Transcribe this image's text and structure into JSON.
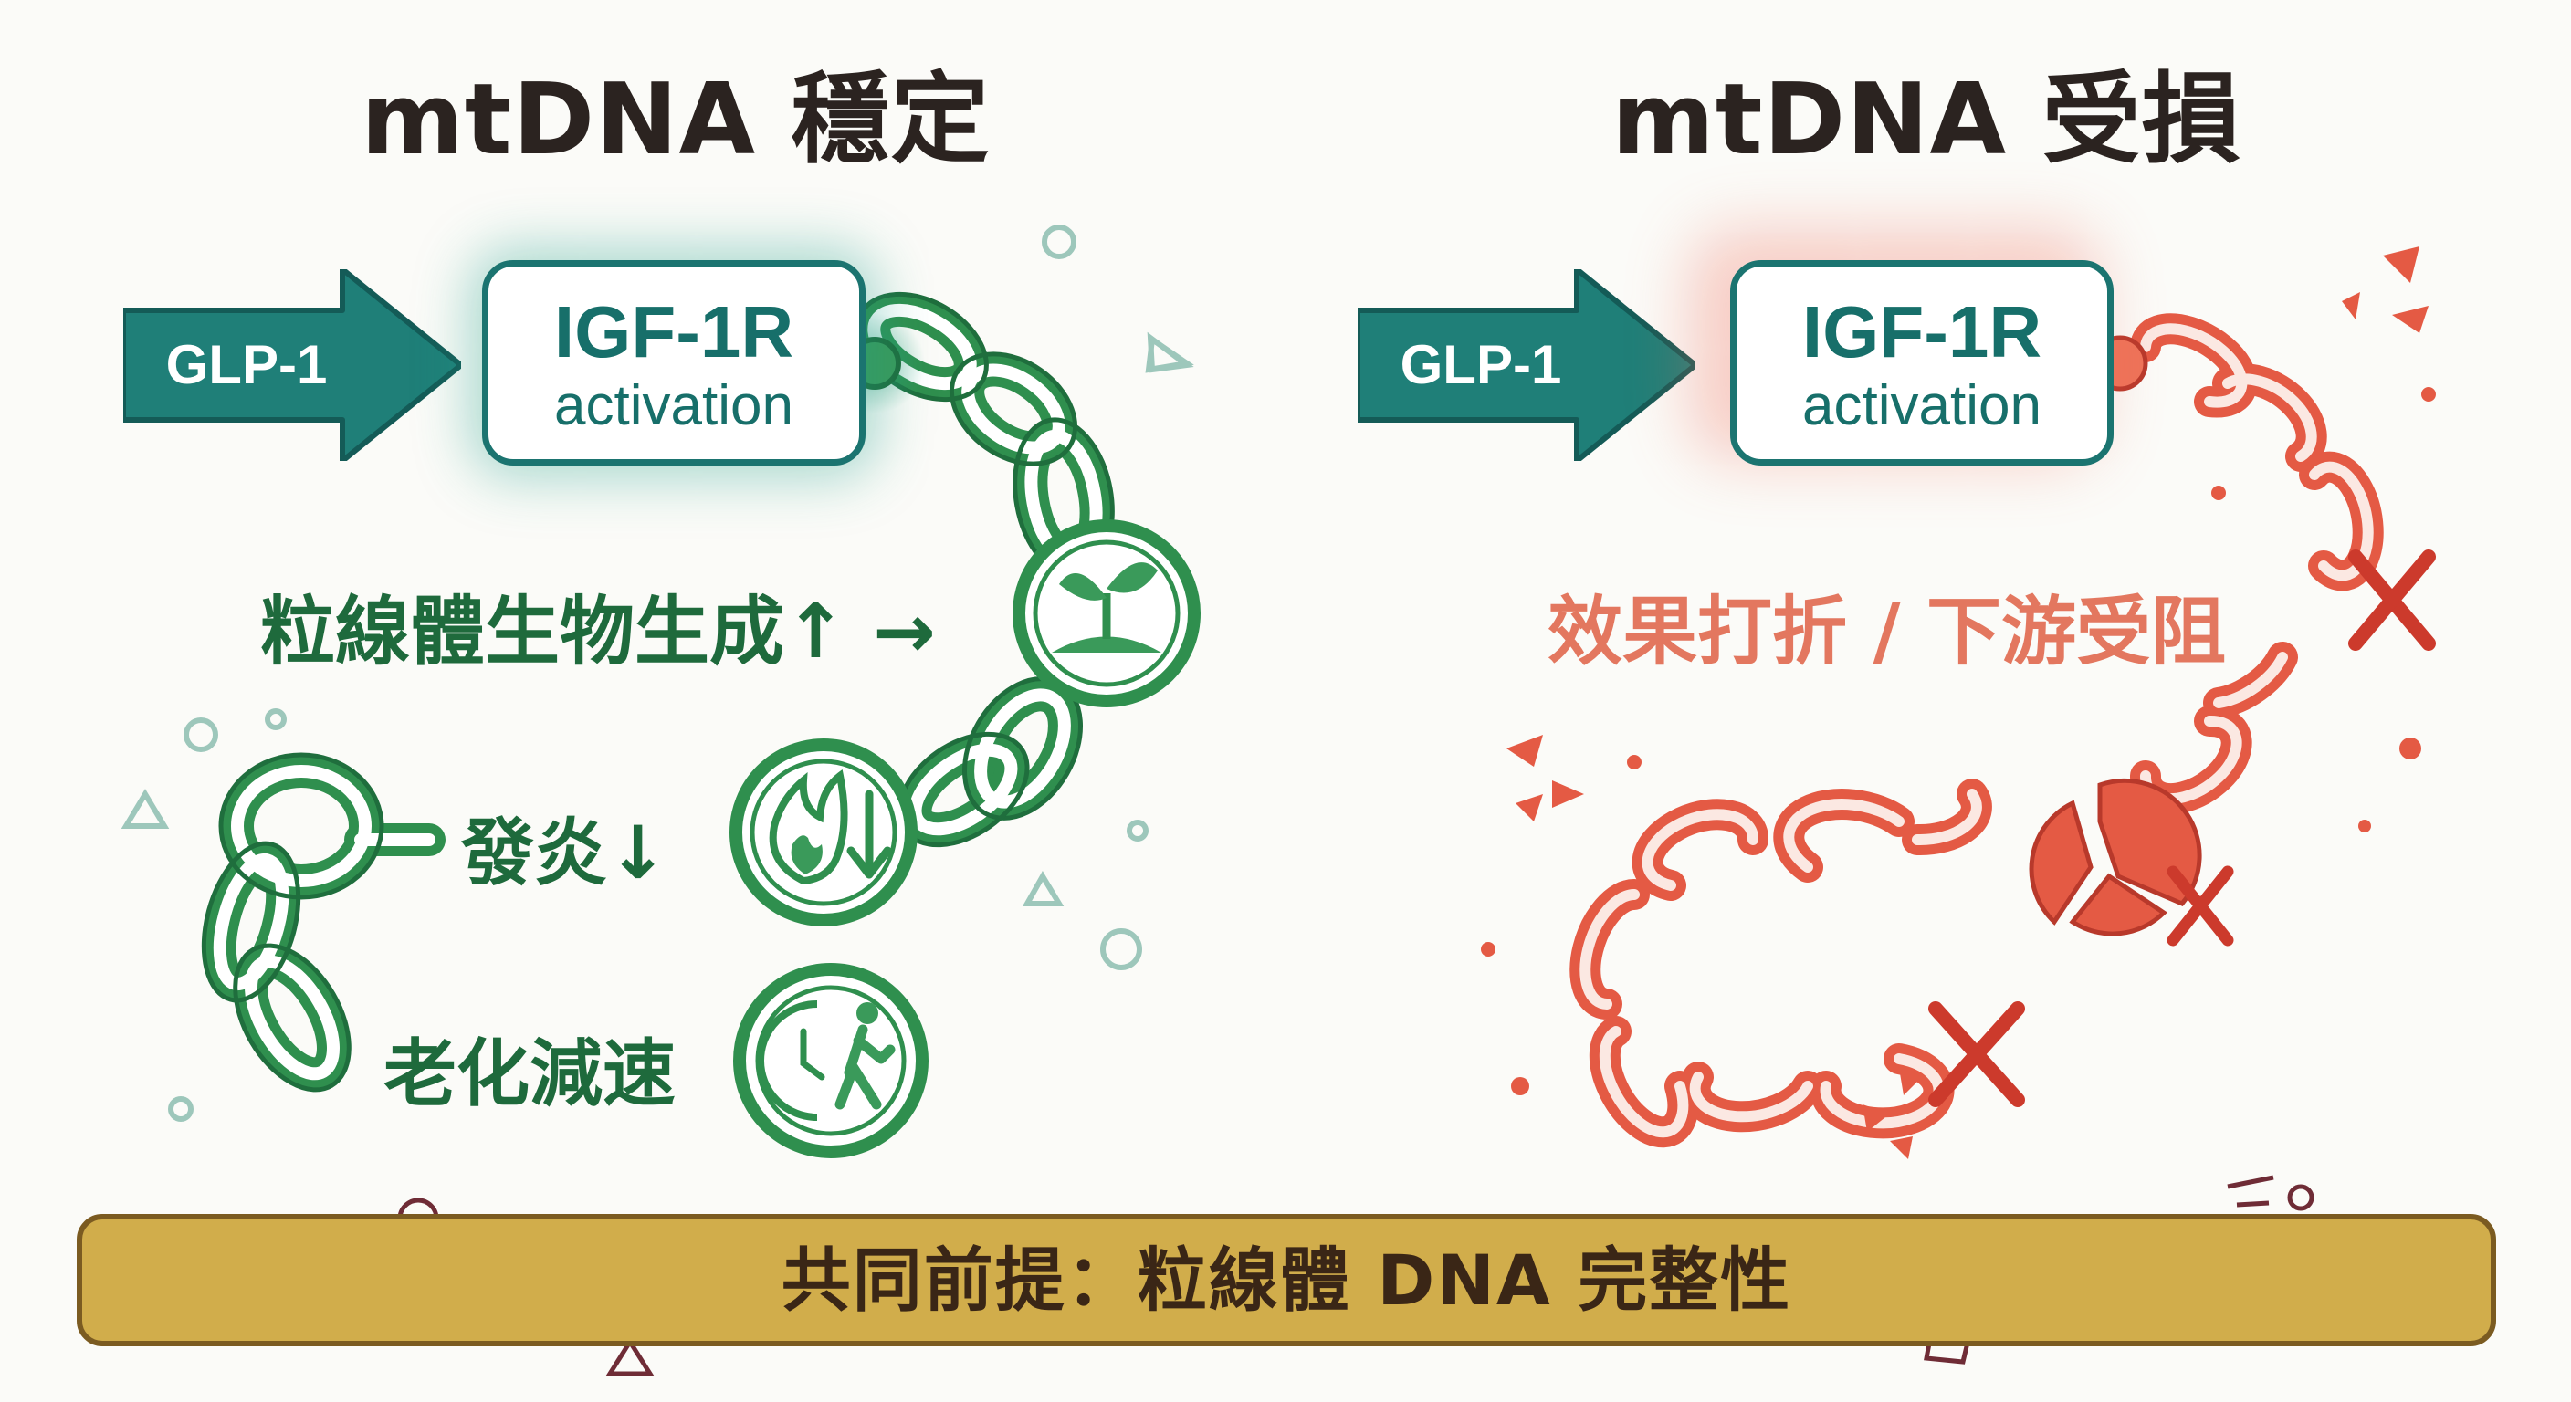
{
  "left_panel": {
    "title": "mtDNA 穩定",
    "input_label": "GLP-1",
    "box_line1": "IGF-1R",
    "box_line2": "activation",
    "effects": [
      {
        "label": "粒線體生物生成↑ →",
        "icon": "sprout-icon"
      },
      {
        "label": "發炎↓",
        "icon": "flame-down-icon"
      },
      {
        "label": "老化減速",
        "icon": "clock-walker-icon"
      }
    ]
  },
  "right_panel": {
    "title": "mtDNA 受損",
    "input_label": "GLP-1",
    "box_line1": "IGF-1R",
    "box_line2": "activation",
    "outcome": "效果打折 / 下游受阻"
  },
  "banner": {
    "text": "共同前提：粒線體 DNA 完整性"
  },
  "colors": {
    "teal": "#1b7470",
    "green": "#2f8f4e",
    "green_dark": "#1e6a3c",
    "red": "#e45a44",
    "red_cross": "#cc3a2c",
    "gold": "#d1ad4b",
    "gold_border": "#7b5b21"
  }
}
